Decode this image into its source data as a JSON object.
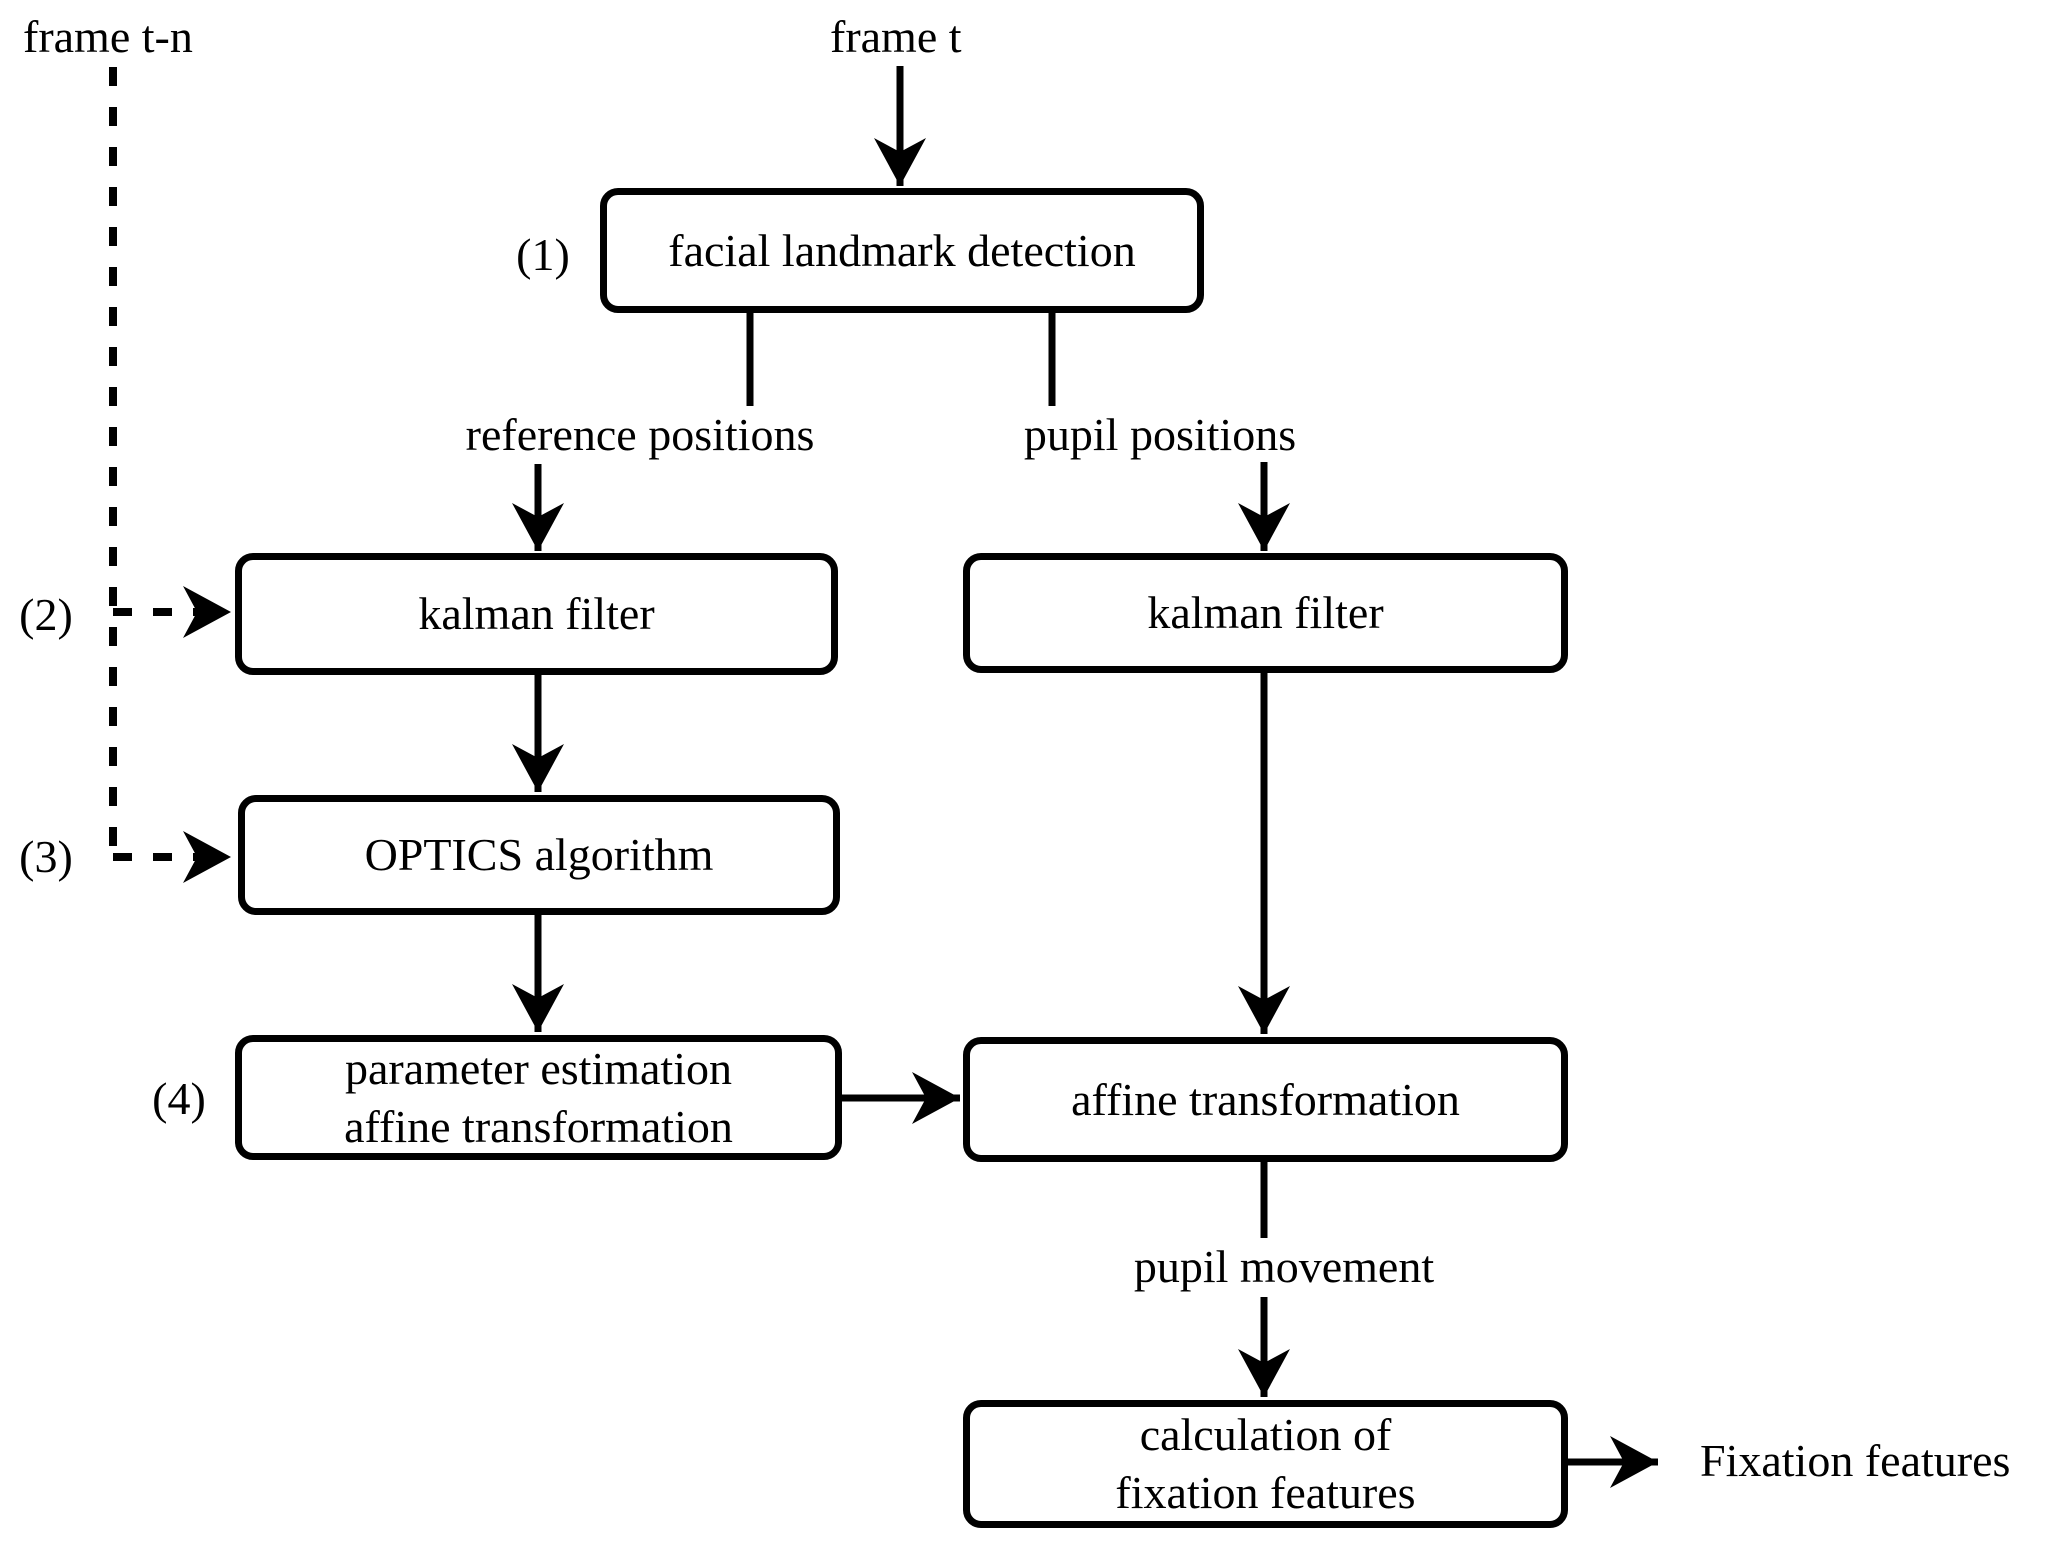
{
  "diagram": {
    "colors": {
      "ink": "#000000",
      "box_fill": "#ffffff",
      "background": "#ffffff"
    },
    "labels": {
      "frame_tn": "frame t-n",
      "frame_t": "frame t",
      "reference_positions": "reference positions",
      "pupil_positions": "pupil positions",
      "pupil_movement": "pupil movement",
      "fixation_features": "Fixation features"
    },
    "steps": {
      "s1": "(1)",
      "s2": "(2)",
      "s3": "(3)",
      "s4": "(4)"
    },
    "nodes": {
      "facial_landmark_detection": "facial landmark detection",
      "kalman_filter_left": "kalman filter",
      "kalman_filter_right": "kalman filter",
      "optics_algorithm": "OPTICS algorithm",
      "parameter_estimation_line1": "parameter estimation",
      "parameter_estimation_line2": "affine transformation",
      "affine_transformation": "affine transformation",
      "calculation_line1": "calculation of",
      "calculation_line2": "fixation features"
    }
  }
}
